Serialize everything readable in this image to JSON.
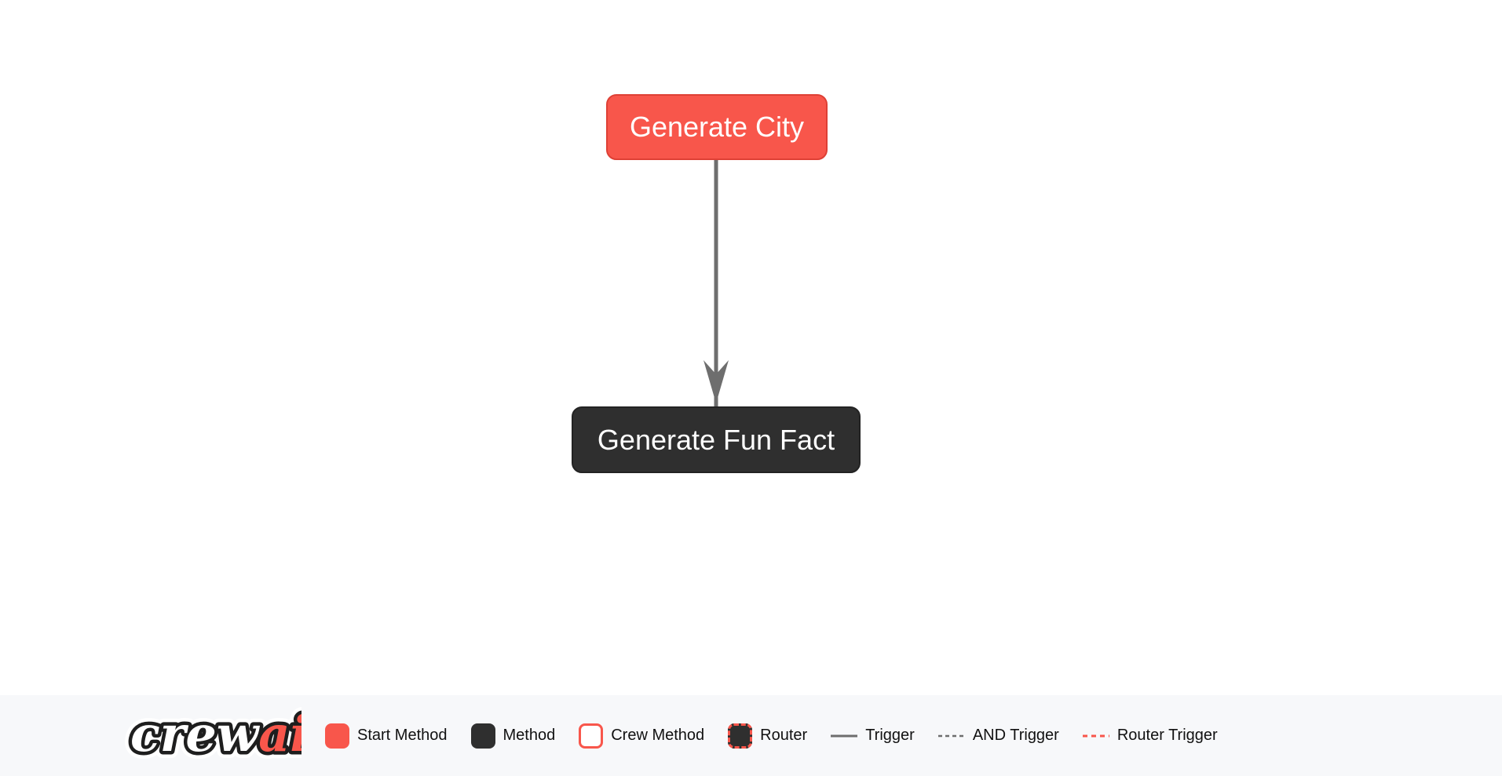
{
  "flow": {
    "nodes": [
      {
        "id": "generate_city",
        "label": "Generate City",
        "type": "start-method"
      },
      {
        "id": "generate_fun_fact",
        "label": "Generate Fun Fact",
        "type": "method"
      }
    ],
    "edges": [
      {
        "from": "generate_city",
        "to": "generate_fun_fact",
        "type": "trigger"
      }
    ]
  },
  "legend": {
    "logo": {
      "full": "crewai",
      "part1": "crew",
      "part2": "ai"
    },
    "items": [
      {
        "label": "Start Method",
        "swatch": "start-method-swatch"
      },
      {
        "label": "Method",
        "swatch": "method-swatch"
      },
      {
        "label": "Crew Method",
        "swatch": "crew-method-swatch"
      },
      {
        "label": "Router",
        "swatch": "router-swatch"
      },
      {
        "label": "Trigger",
        "swatch": "trigger-line-swatch"
      },
      {
        "label": "AND Trigger",
        "swatch": "and-trigger-line-swatch"
      },
      {
        "label": "Router Trigger",
        "swatch": "router-trigger-line-swatch"
      }
    ]
  },
  "colors": {
    "accent_red": "#F8564B",
    "accent_red_border": "#DE4035",
    "dark": "#2F2F2F",
    "edge_gray": "#6E6E6E",
    "legend_background": "#F7F8FA",
    "canvas_background": "#FFFFFF"
  }
}
